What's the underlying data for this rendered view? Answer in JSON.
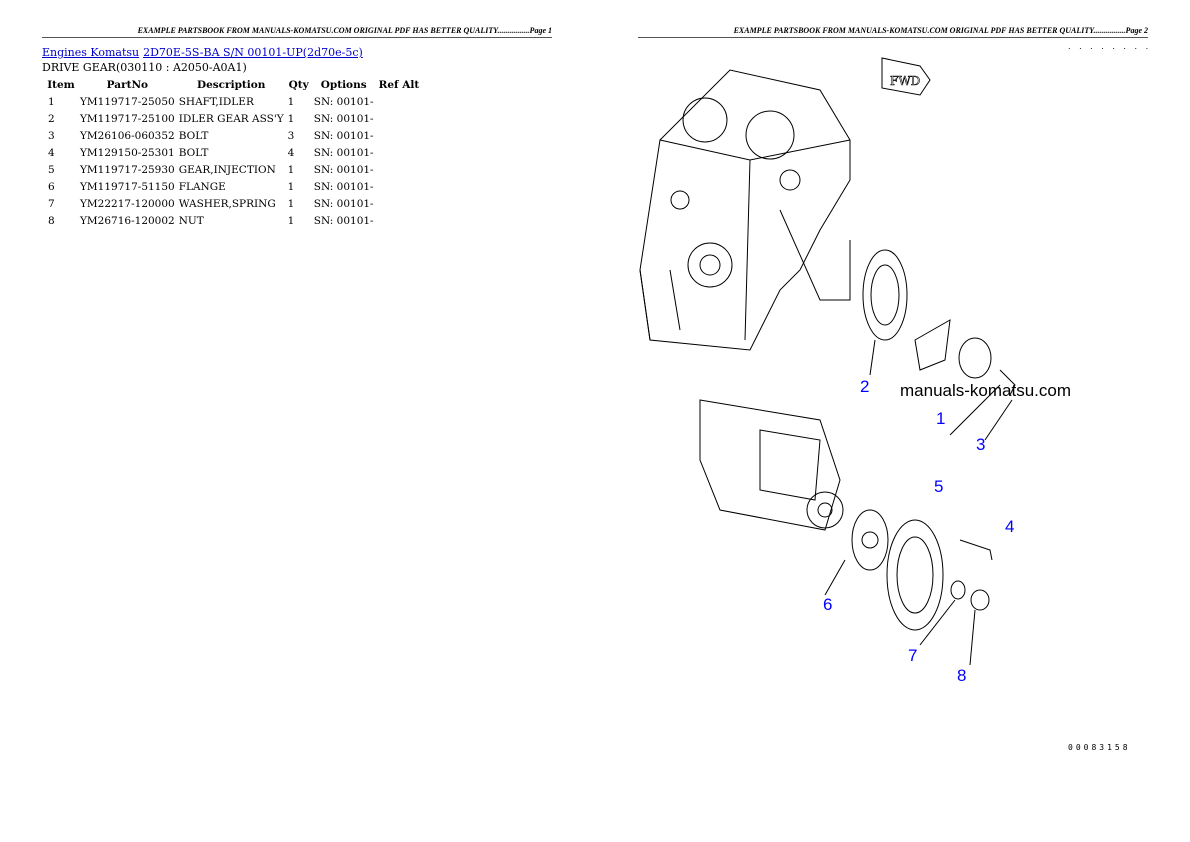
{
  "header_left": "EXAMPLE PARTSBOOK FROM MANUALS-KOMATSU.COM ORIGINAL PDF HAS BETTER QUALITY................Page 1",
  "header_right": "EXAMPLE PARTSBOOK FROM MANUALS-KOMATSU.COM ORIGINAL PDF HAS BETTER QUALITY................Page 2",
  "breadcrumb": {
    "link1": "Engines Komatsu",
    "link2": "2D70E-5S-BA S/N 00101-UP(2d70e-5c)"
  },
  "subtitle": "DRIVE GEAR(030110 : A2050-A0A1)",
  "columns": [
    "Item",
    "PartNo",
    "Description",
    "Qty",
    "Options",
    "Ref Alt"
  ],
  "rows": [
    [
      "1",
      "YM119717-25050",
      "SHAFT,IDLER",
      "1",
      "SN: 00101-",
      ""
    ],
    [
      "2",
      "YM119717-25100",
      "IDLER GEAR ASS'Y",
      "1",
      "SN: 00101-",
      ""
    ],
    [
      "3",
      "YM26106-060352",
      "BOLT",
      "3",
      "SN: 00101-",
      ""
    ],
    [
      "4",
      "YM129150-25301",
      "BOLT",
      "4",
      "SN: 00101-",
      ""
    ],
    [
      "5",
      "YM119717-25930",
      "GEAR,INJECTION",
      "1",
      "SN: 00101-",
      ""
    ],
    [
      "6",
      "YM119717-51150",
      "FLANGE",
      "1",
      "SN: 00101-",
      ""
    ],
    [
      "7",
      "YM22217-120000",
      "WASHER,SPRING",
      "1",
      "SN: 00101-",
      ""
    ],
    [
      "8",
      "YM26716-120002",
      "NUT",
      "1",
      "SN: 00101-",
      ""
    ]
  ],
  "diagram": {
    "fwd_label": "FWD",
    "watermark": "manuals-komatsu.com",
    "callouts": [
      "1",
      "2",
      "3",
      "4",
      "5",
      "6",
      "7",
      "8"
    ],
    "drawing_code": "00083158",
    "label_color": "#0000ff"
  }
}
